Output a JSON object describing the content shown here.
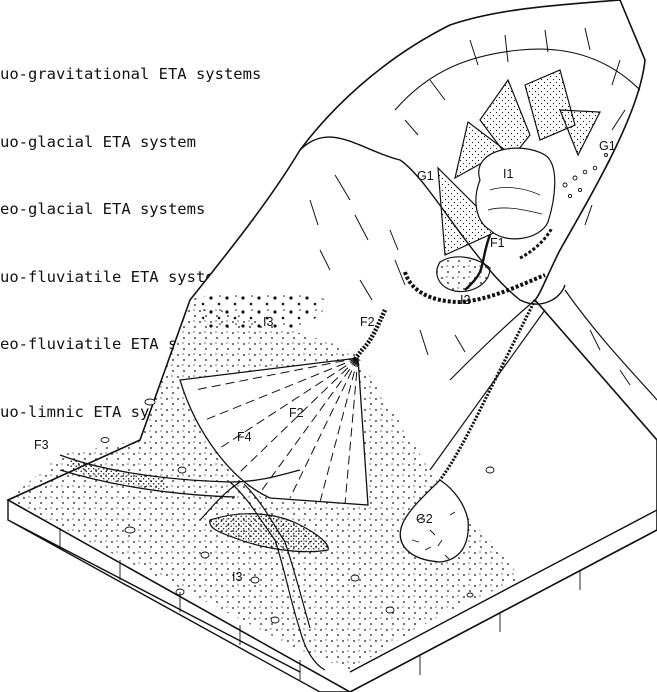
{
  "legend": {
    "items": [
      "uo-gravitational ETA systems",
      "uo-glacial ETA system",
      "eo-glacial ETA systems",
      "uo-fluviatile ETA systems",
      "eo-fluviatile ETA system",
      "uo-limnic ETA system"
    ]
  },
  "labels": {
    "g1_left": "G1",
    "g1_right": "G1",
    "i1": "I1",
    "f1": "F1",
    "i2": "I2",
    "f2_top": "F2",
    "i3_top": "I3",
    "f2_fan": "F2",
    "f4": "F4",
    "f3": "F3",
    "g2": "G2",
    "i3_bottom": "I3"
  },
  "colors": {
    "ink": "#111111",
    "paper": "#ffffff"
  }
}
